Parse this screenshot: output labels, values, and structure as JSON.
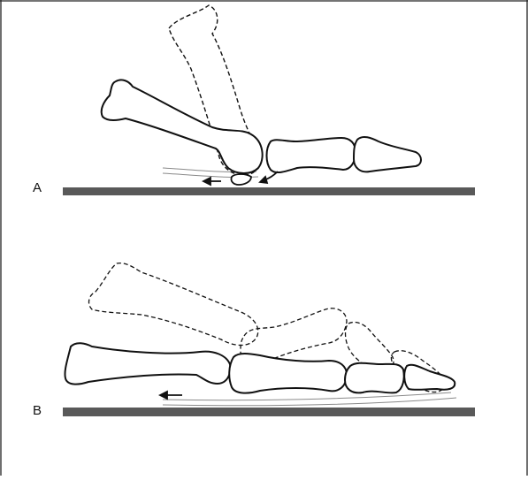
{
  "panels": [
    {
      "id": "A",
      "label": "A"
    },
    {
      "id": "B",
      "label": "B"
    }
  ],
  "colors": {
    "bone_outline": "#111111",
    "ground_bar": "#595959",
    "tendon_line": "#8a8a8a",
    "frame": "#222222"
  }
}
